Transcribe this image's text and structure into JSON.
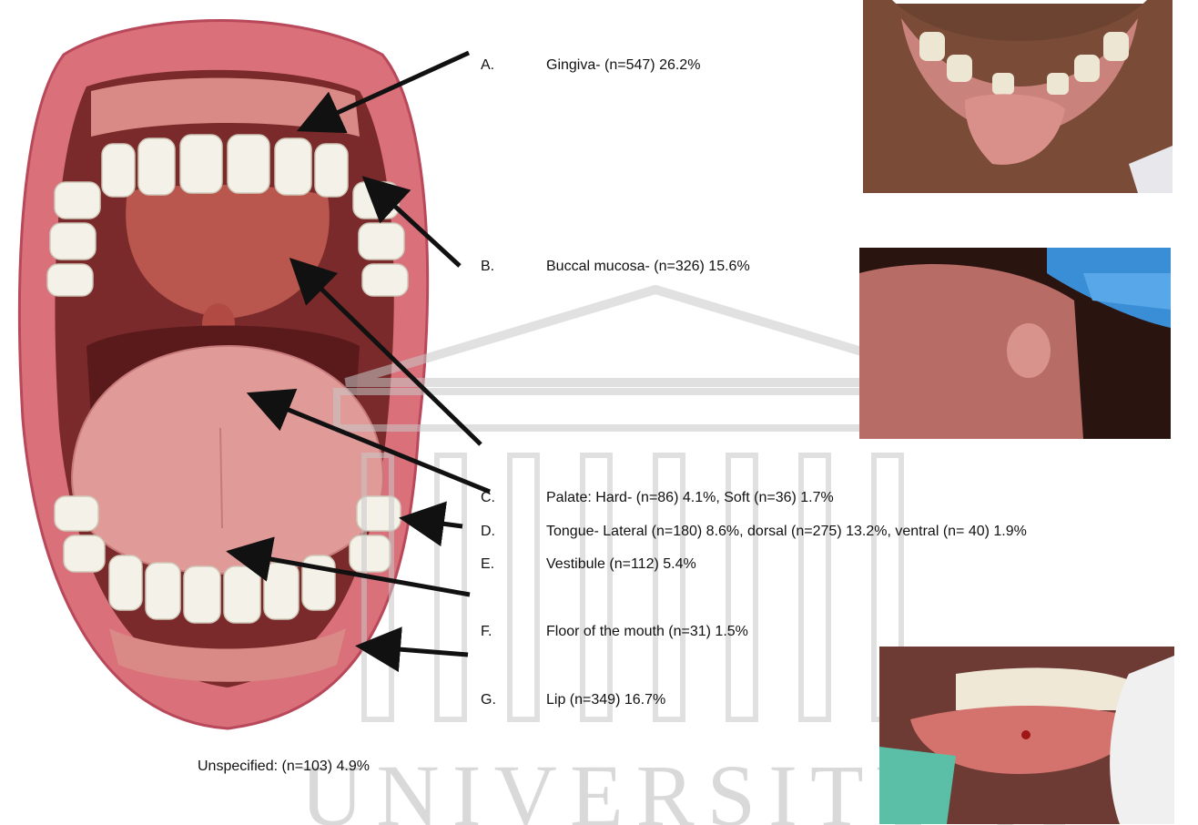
{
  "labels": [
    {
      "letter": "A.",
      "text": "Gingiva- (n=547) 26.2%"
    },
    {
      "letter": "B.",
      "text": "Buccal mucosa- (n=326) 15.6%"
    },
    {
      "letter": "C.",
      "text": "Palate: Hard- (n=86) 4.1%, Soft (n=36) 1.7%"
    },
    {
      "letter": "D.",
      "text": "Tongue- Lateral (n=180) 8.6%, dorsal (n=275) 13.2%, ventral (n= 40) 1.9%"
    },
    {
      "letter": "E.",
      "text": "Vestibule (n=112) 5.4%"
    },
    {
      "letter": "F.",
      "text": "Floor of the mouth (n=31) 1.5%"
    },
    {
      "letter": "G.",
      "text": "Lip (n=349) 16.7%"
    }
  ],
  "unspecified": "Unspecified: (n=103) 4.9%",
  "watermark": "UNIVERSITY of",
  "colors": {
    "lip": "#d9707a",
    "lip_dark": "#b8485a",
    "mouth_interior": "#7a2a2a",
    "palate": "#b9564e",
    "tongue": "#e09a98",
    "teeth": "#f4f1e8",
    "arrow": "#111111",
    "watermark": "#c8c8c8"
  }
}
